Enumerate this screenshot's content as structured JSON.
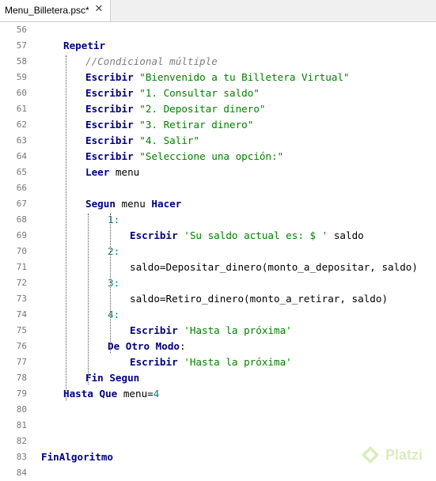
{
  "tab": {
    "title": "Menu_Billetera.psc*",
    "close_glyph": "✕"
  },
  "watermark": {
    "text": "Platzi",
    "color": "#98ca3f",
    "icon": "platzi-logo-icon"
  },
  "colors": {
    "keyword": "#00007f",
    "string": "#007f00",
    "comment": "#7f7f7f",
    "number": "#007f7f"
  },
  "lines": [
    {
      "num": "56",
      "indent": 0,
      "tokens": []
    },
    {
      "num": "57",
      "indent": 1,
      "tokens": [
        {
          "t": "kw",
          "v": "Repetir"
        }
      ]
    },
    {
      "num": "58",
      "indent": 2,
      "tokens": [
        {
          "t": "cmt",
          "v": "//Condicional múltiple"
        }
      ]
    },
    {
      "num": "59",
      "indent": 2,
      "tokens": [
        {
          "t": "kw",
          "v": "Escribir"
        },
        {
          "t": "id",
          "v": " "
        },
        {
          "t": "str",
          "v": "\"Bienvenido a tu Billetera Virtual\""
        }
      ]
    },
    {
      "num": "60",
      "indent": 2,
      "tokens": [
        {
          "t": "kw",
          "v": "Escribir"
        },
        {
          "t": "id",
          "v": " "
        },
        {
          "t": "str",
          "v": "\"1. Consultar saldo\""
        }
      ]
    },
    {
      "num": "61",
      "indent": 2,
      "tokens": [
        {
          "t": "kw",
          "v": "Escribir"
        },
        {
          "t": "id",
          "v": " "
        },
        {
          "t": "str",
          "v": "\"2. Depositar dinero\""
        }
      ]
    },
    {
      "num": "62",
      "indent": 2,
      "tokens": [
        {
          "t": "kw",
          "v": "Escribir"
        },
        {
          "t": "id",
          "v": " "
        },
        {
          "t": "str",
          "v": "\"3. Retirar dinero\""
        }
      ]
    },
    {
      "num": "63",
      "indent": 2,
      "tokens": [
        {
          "t": "kw",
          "v": "Escribir"
        },
        {
          "t": "id",
          "v": " "
        },
        {
          "t": "str",
          "v": "\"4. Salir\""
        }
      ]
    },
    {
      "num": "64",
      "indent": 2,
      "tokens": [
        {
          "t": "kw",
          "v": "Escribir"
        },
        {
          "t": "id",
          "v": " "
        },
        {
          "t": "str",
          "v": "\"Seleccione una opción:\""
        }
      ]
    },
    {
      "num": "65",
      "indent": 2,
      "tokens": [
        {
          "t": "kw",
          "v": "Leer"
        },
        {
          "t": "id",
          "v": " menu"
        }
      ]
    },
    {
      "num": "66",
      "indent": 0,
      "tokens": []
    },
    {
      "num": "67",
      "indent": 2,
      "tokens": [
        {
          "t": "kw",
          "v": "Segun"
        },
        {
          "t": "id",
          "v": " menu "
        },
        {
          "t": "kw",
          "v": "Hacer"
        }
      ]
    },
    {
      "num": "68",
      "indent": 3,
      "tokens": [
        {
          "t": "num",
          "v": "1:"
        }
      ]
    },
    {
      "num": "69",
      "indent": 4,
      "tokens": [
        {
          "t": "kw",
          "v": "Escribir"
        },
        {
          "t": "id",
          "v": " "
        },
        {
          "t": "str",
          "v": "'Su saldo actual es: $ '"
        },
        {
          "t": "id",
          "v": " saldo"
        }
      ]
    },
    {
      "num": "70",
      "indent": 3,
      "tokens": [
        {
          "t": "num",
          "v": "2:"
        }
      ]
    },
    {
      "num": "71",
      "indent": 4,
      "tokens": [
        {
          "t": "id",
          "v": "saldo=Depositar_dinero(monto_a_depositar, saldo)"
        }
      ]
    },
    {
      "num": "72",
      "indent": 3,
      "tokens": [
        {
          "t": "num",
          "v": "3:"
        }
      ]
    },
    {
      "num": "73",
      "indent": 4,
      "tokens": [
        {
          "t": "id",
          "v": "saldo=Retiro_dinero(monto_a_retirar, saldo)"
        }
      ]
    },
    {
      "num": "74",
      "indent": 3,
      "tokens": [
        {
          "t": "num",
          "v": "4:"
        }
      ]
    },
    {
      "num": "75",
      "indent": 4,
      "tokens": [
        {
          "t": "kw",
          "v": "Escribir"
        },
        {
          "t": "id",
          "v": " "
        },
        {
          "t": "str",
          "v": "'Hasta la próxima'"
        }
      ]
    },
    {
      "num": "76",
      "indent": 3,
      "tokens": [
        {
          "t": "kw",
          "v": "De Otro Modo"
        },
        {
          "t": "id",
          "v": ":"
        }
      ]
    },
    {
      "num": "77",
      "indent": 4,
      "tokens": [
        {
          "t": "kw",
          "v": "Escribir"
        },
        {
          "t": "id",
          "v": " "
        },
        {
          "t": "str",
          "v": "'Hasta la próxima'"
        }
      ]
    },
    {
      "num": "78",
      "indent": 2,
      "tokens": [
        {
          "t": "kw",
          "v": "Fin Segun"
        }
      ]
    },
    {
      "num": "79",
      "indent": 1,
      "tokens": [
        {
          "t": "kw",
          "v": "Hasta Que"
        },
        {
          "t": "id",
          "v": " menu="
        },
        {
          "t": "num",
          "v": "4"
        }
      ]
    },
    {
      "num": "80",
      "indent": 0,
      "tokens": []
    },
    {
      "num": "81",
      "indent": 0,
      "tokens": []
    },
    {
      "num": "82",
      "indent": 0,
      "tokens": []
    },
    {
      "num": "83",
      "indent": 0,
      "tokens": [
        {
          "t": "kw",
          "v": "FinAlgoritmo"
        }
      ]
    },
    {
      "num": "84",
      "indent": 0,
      "tokens": []
    }
  ]
}
